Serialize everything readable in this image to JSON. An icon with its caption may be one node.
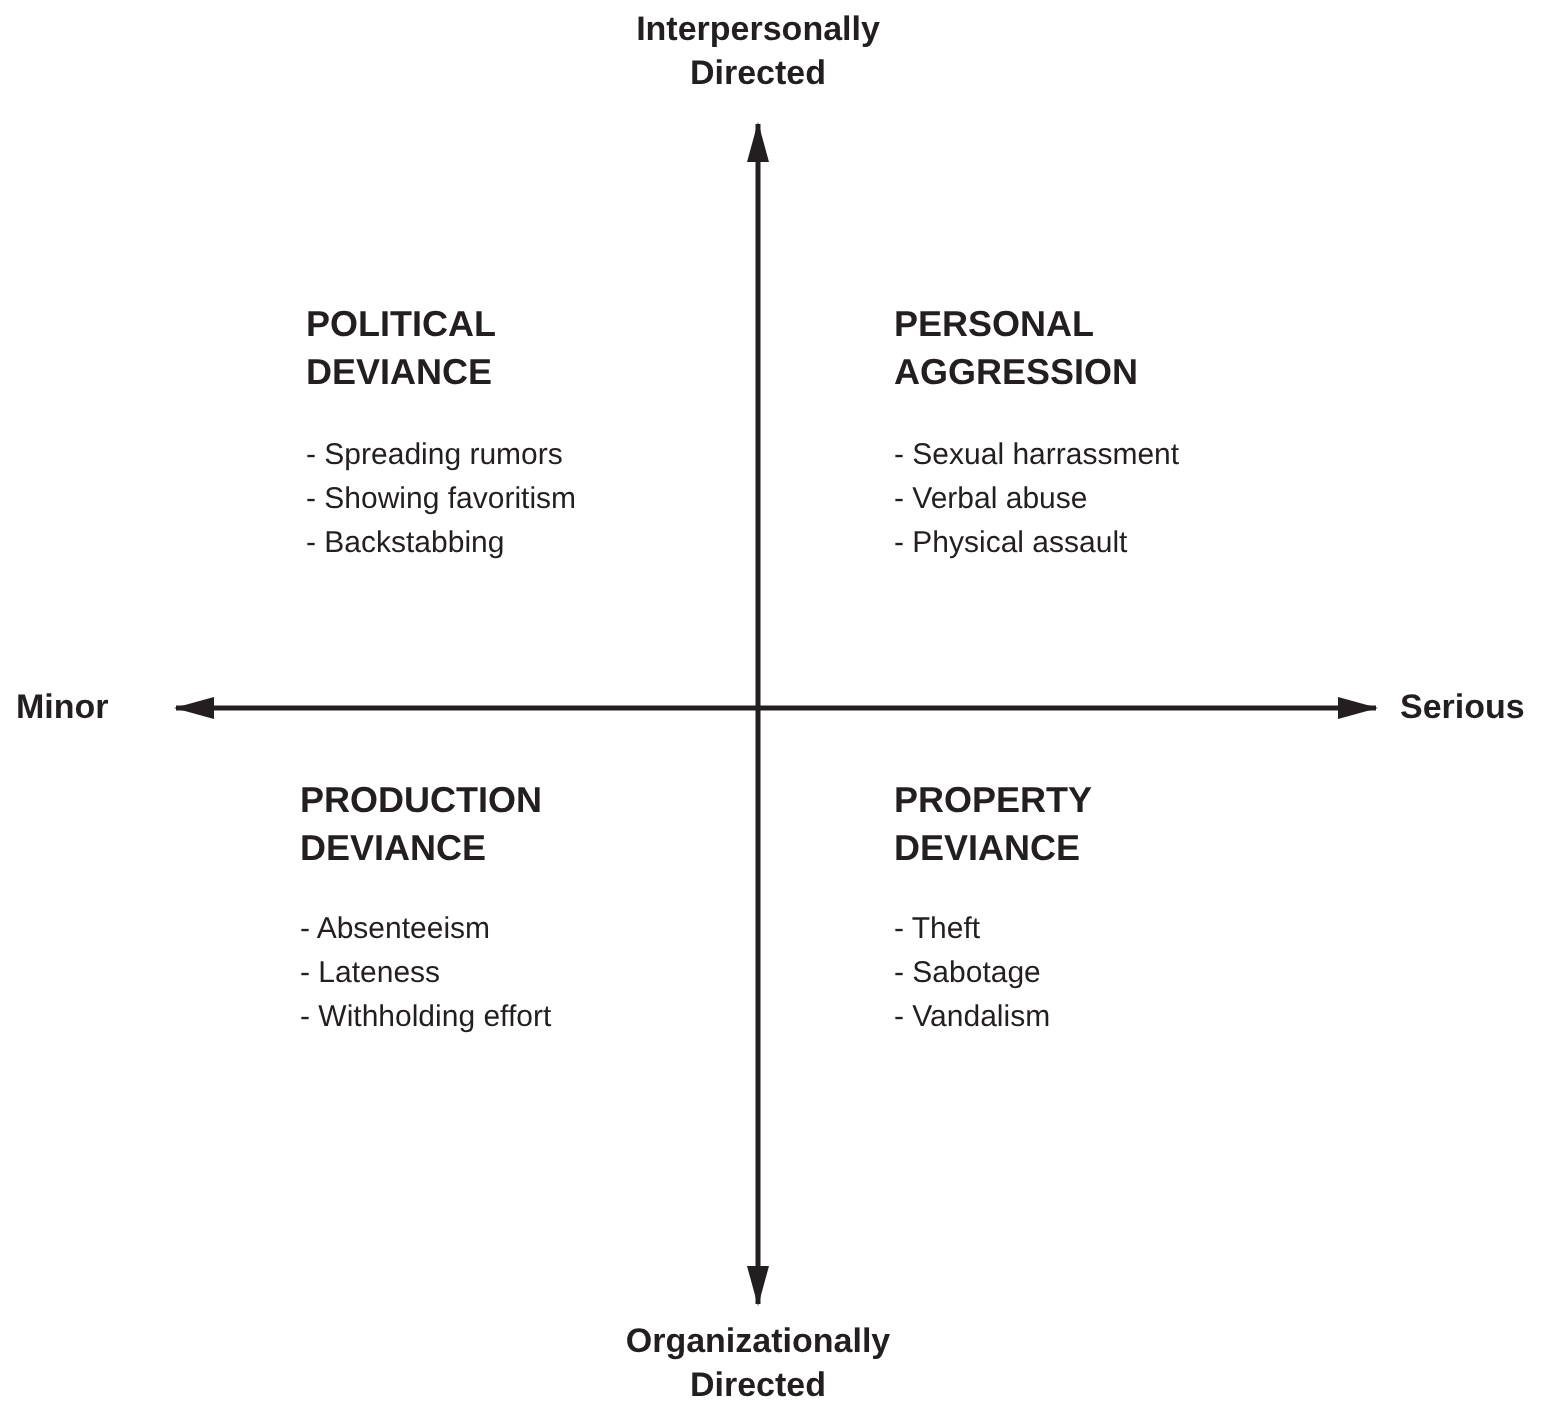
{
  "diagram": {
    "labels": [
      "Interpersonally Directed",
      "POLITICAL DEVIANCE",
      "- Spreading rumors",
      "- Showing favoritism",
      "- Backstabbing",
      "PERSONAL AGGRESSION",
      "- Sexual harrassment",
      "- Verbal abuse",
      "- Physical assault",
      "Minor",
      "Serious",
      "PRODUCTION DEVIANCE",
      "- Absenteeism",
      "- Lateness",
      "- Withholding effort",
      "PROPERTY DEVIANCE",
      "- Theft",
      "- Sabotage",
      "- Vandalism",
      "Organizationally Directed"
    ]
  }
}
